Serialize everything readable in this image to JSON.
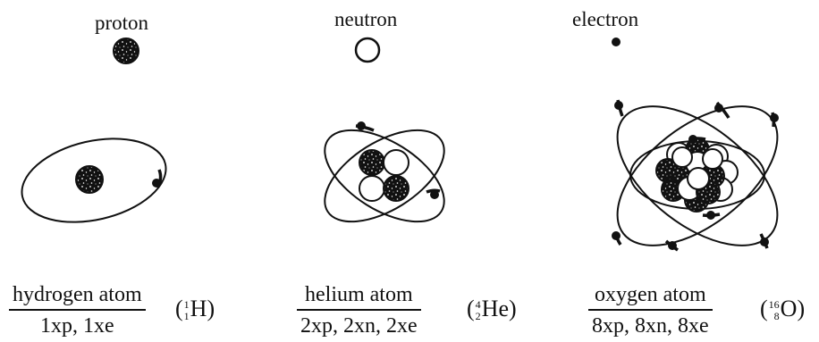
{
  "legend": {
    "proton_label": "proton",
    "neutron_label": "neutron",
    "electron_label": "electron"
  },
  "atoms": [
    {
      "name": "hydrogen atom",
      "composition": "1xp, 1xe",
      "symbol": "H",
      "mass_number": "1",
      "atomic_number": "1",
      "protons": 1,
      "neutrons": 0,
      "electrons": 1
    },
    {
      "name": "helium atom",
      "composition": "2xp, 2xn, 2xe",
      "symbol": "He",
      "mass_number": "4",
      "atomic_number": "2",
      "protons": 2,
      "neutrons": 2,
      "electrons": 2
    },
    {
      "name": "oxygen atom",
      "composition": "8xp, 8xn, 8xe",
      "symbol": "O",
      "mass_number": "16",
      "atomic_number": "8",
      "protons": 8,
      "neutrons": 8,
      "electrons": 8
    }
  ],
  "colors": {
    "ink": "#111111",
    "paper": "#ffffff"
  }
}
